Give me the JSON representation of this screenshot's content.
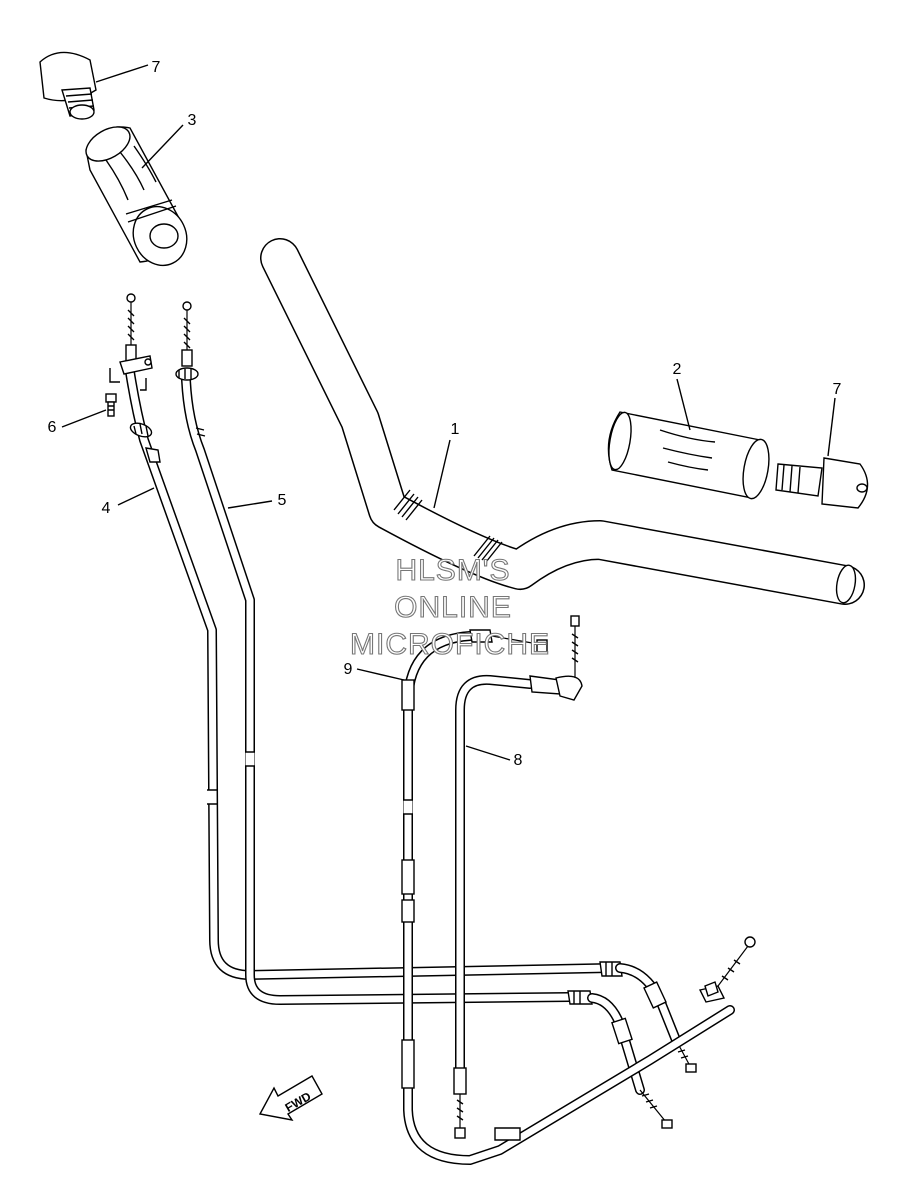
{
  "callouts": [
    {
      "label": "1"
    },
    {
      "label": "2"
    },
    {
      "label": "3"
    },
    {
      "label": "4"
    },
    {
      "label": "5"
    },
    {
      "label": "6"
    },
    {
      "label": "7"
    },
    {
      "label": "7"
    },
    {
      "label": "8"
    },
    {
      "label": "9"
    }
  ],
  "watermark": {
    "line1": "HLSM'S",
    "line2": "ONLINE",
    "line3": "MICROFICHE"
  },
  "direction_label": "FWD"
}
